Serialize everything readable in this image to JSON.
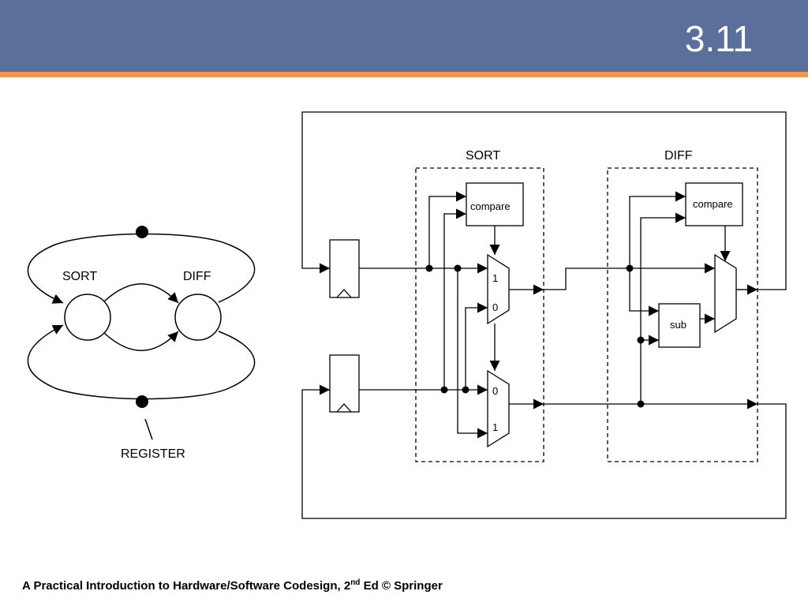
{
  "slide": {
    "number": "3.11"
  },
  "footer": {
    "text_before": "A Practical Introduction to Hardware/Software Codesign, 2",
    "superscript": "nd",
    "text_after": " Ed © Springer"
  },
  "left_diagram": {
    "sort_label": "SORT",
    "diff_label": "DIFF",
    "register_label": "REGISTER"
  },
  "right_diagram": {
    "sort_block_label": "SORT",
    "diff_block_label": "DIFF",
    "compare_label": "compare",
    "sub_label": "sub",
    "mux_top_in1": "1",
    "mux_top_in0": "0",
    "mux_bottom_in0": "0",
    "mux_bottom_in1": "1"
  }
}
